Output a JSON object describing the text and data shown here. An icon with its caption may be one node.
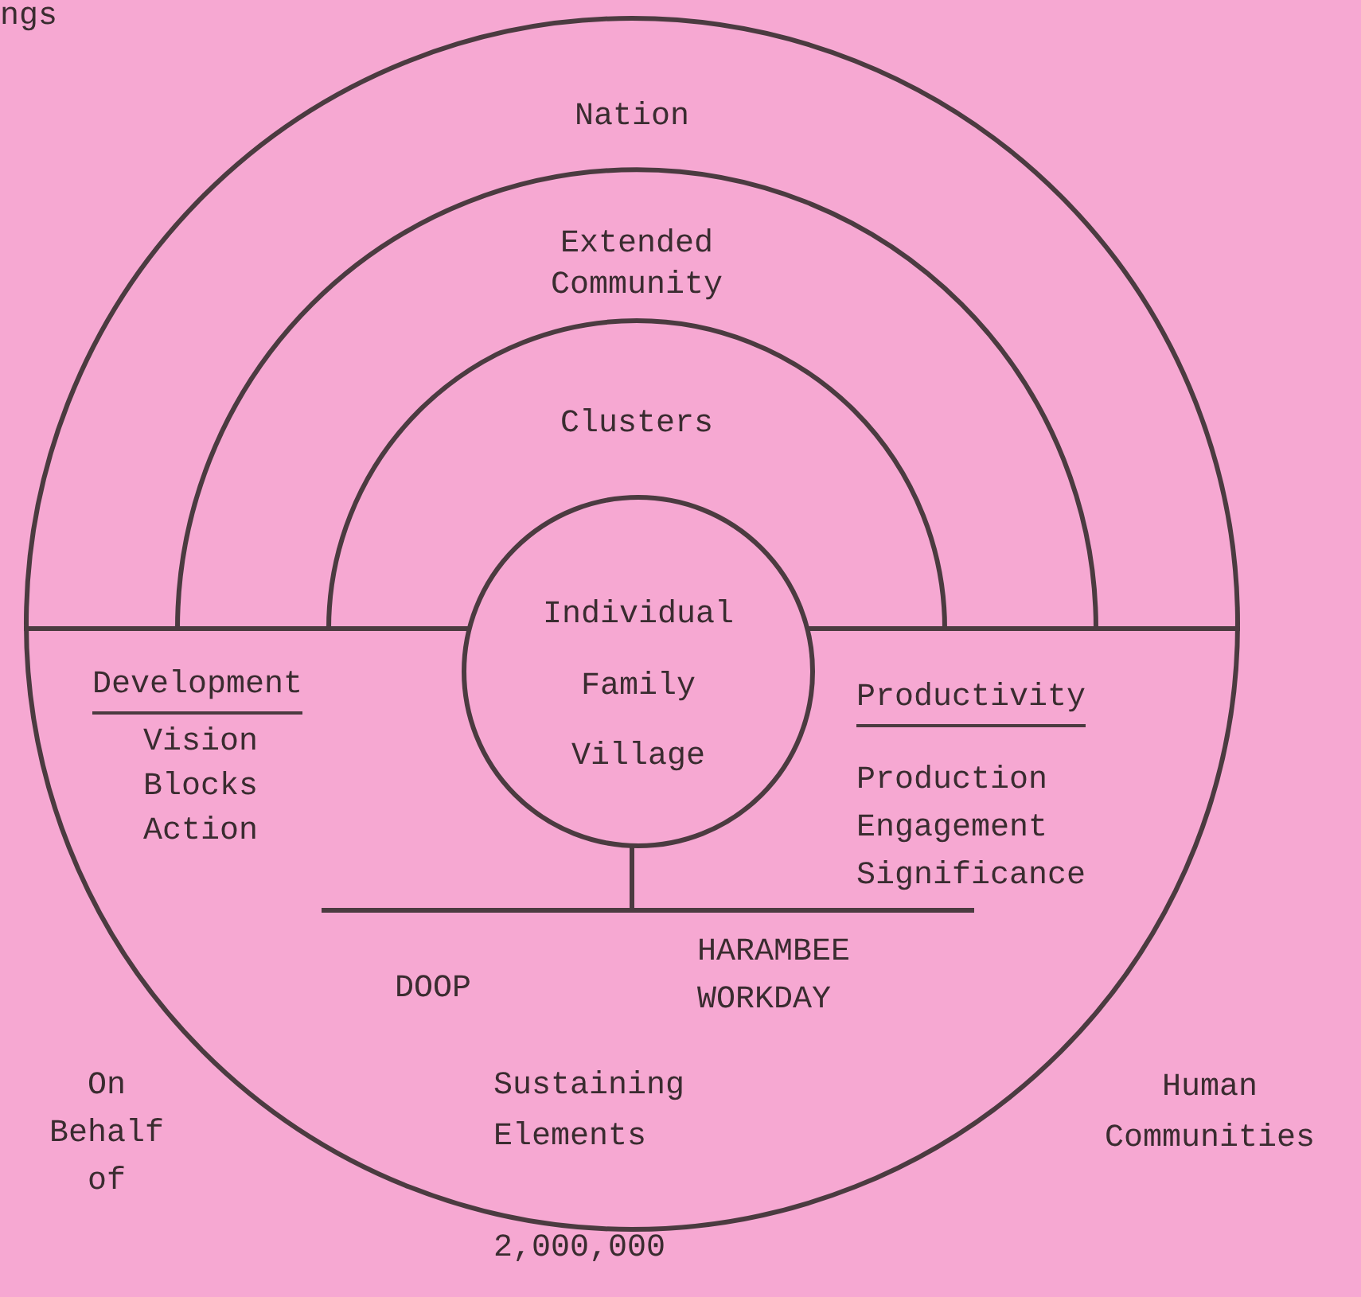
{
  "diagram": {
    "nodes": [
      {
        "text": [
          "Nation"
        ]
      },
      {
        "text": [
          "Extended Community"
        ],
        "in": 0
      },
      {
        "text": [
          "Clusters"
        ],
        "in": 1
      },
      {
        "text": [
          "Individual",
          "Family",
          "Village"
        ],
        "in": 0
      }
    ],
    "labels": [
      "ngs",
      "Development",
      "Vision",
      "Blocks",
      "Action",
      "Productivity",
      "Production",
      "Engagement",
      "Significance",
      "HARAMBEE WORKDAY",
      "DOOP",
      "On Behalf of",
      "Sustaining Elements",
      "Human Communities",
      "2,000,000"
    ]
  }
}
